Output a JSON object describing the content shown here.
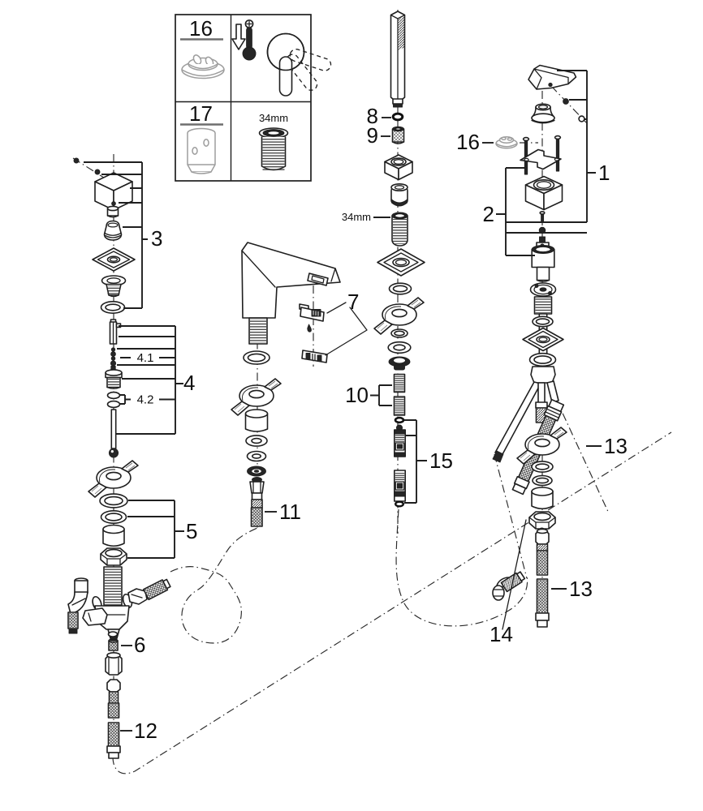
{
  "diagram": {
    "background": "#ffffff",
    "line_color": "#1f1f1f",
    "muted_color": "#9d9d9d"
  },
  "legend": {
    "part16": "16",
    "part17": "17",
    "size": "34mm",
    "icons": [
      "escutcheon-base-icon",
      "down-arrow-icon",
      "cold-thermometer-icon",
      "lever-swing-icon",
      "mounting-sleeve-icon",
      "threaded-sleeve-icon"
    ]
  },
  "callouts": {
    "n1": "1",
    "n2": "2",
    "n3": "3",
    "n4": "4",
    "n4_1": "4.1",
    "n4_2": "4.2",
    "n5": "5",
    "n6": "6",
    "n7": "7",
    "n8": "8",
    "n9": "9",
    "n10": "10",
    "n11": "11",
    "n12": "12",
    "n13_upper": "13",
    "n13_lower": "13",
    "n14": "14",
    "n15": "15",
    "n16": "16",
    "size_34mm": "34mm"
  }
}
